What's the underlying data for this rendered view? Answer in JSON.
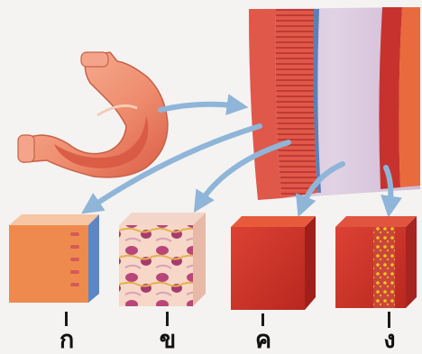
{
  "labels": {
    "a": "ก",
    "b": "ข",
    "c": "ค",
    "d": "ง"
  },
  "colors": {
    "background": "#f4f3f1",
    "muscle_red": "#c8322e",
    "mucosa_orange": "#ef8a4e",
    "submucosa_lilac": "#d8c4de",
    "arrow_blue": "#8fb5d8"
  }
}
